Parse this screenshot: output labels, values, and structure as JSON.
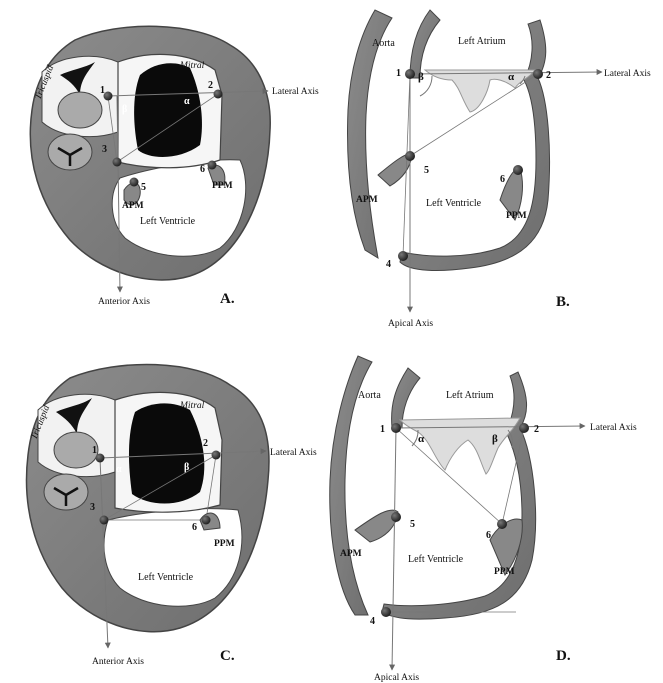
{
  "axes": {
    "lateral": "Lateral Axis",
    "anterior": "Anterior Axis",
    "apical": "Apical Axis"
  },
  "panels": [
    "A.",
    "B.",
    "C.",
    "D."
  ],
  "regions": {
    "tricuspid": "Tricuspid",
    "mitral": "Mitral",
    "left_ventricle": "Left Ventricle",
    "left_atrium": "Left Atrium",
    "aorta": "Aorta"
  },
  "papillary": {
    "apm": "APM",
    "ppm": "PPM"
  },
  "angles": {
    "alpha": "α",
    "beta": "β"
  },
  "points": [
    "1",
    "2",
    "3",
    "4",
    "5",
    "6"
  ]
}
